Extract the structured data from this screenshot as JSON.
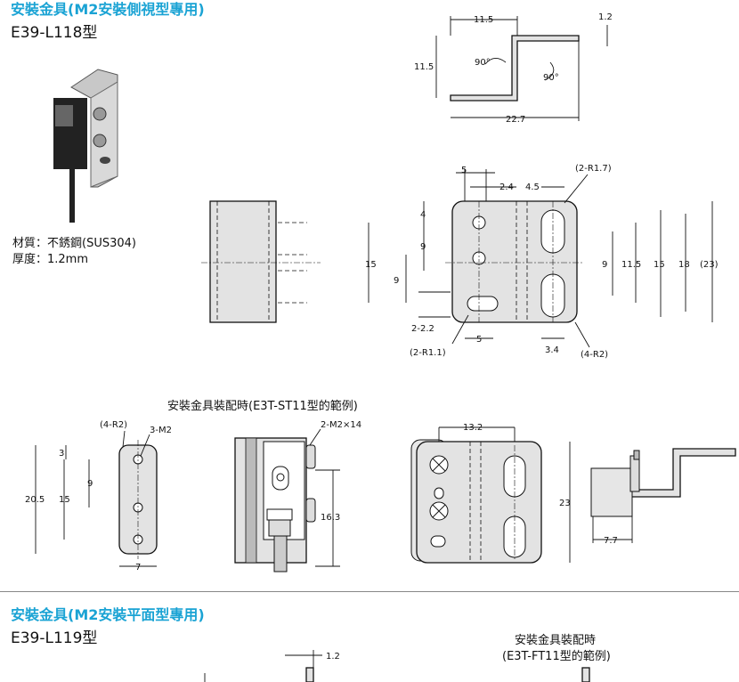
{
  "section1": {
    "title": "安裝金具(M2安裝側視型專用)",
    "model": "E39-L118型",
    "material": "材質：不銹鋼(SUS304)",
    "thickness": "厚度：1.2mm",
    "example_caption": "安裝金具裝配時(E3T-ST11型的範例)"
  },
  "section2": {
    "title": "安裝金具(M2安裝平面型專用)",
    "model": "E39-L119型",
    "example_caption_line1": "安裝金具裝配時",
    "example_caption_line2": "(E3T-FT11型的範例)"
  },
  "dims": {
    "side_11_5_top": "11.5",
    "side_1_2": "1.2",
    "side_11_5_left": "11.5",
    "side_90_a": "90°",
    "side_90_b": "90°",
    "side_22_7": "22.7",
    "plate_5": "5",
    "plate_2_4": "2.4",
    "plate_4_5": "4.5",
    "plate_2r17": "(2-R1.7)",
    "plate_4": "4",
    "plate_9a": "9",
    "plate_15": "15",
    "plate_9b": "9",
    "plate_2_2_2": "2-2.2",
    "plate_2r11": "(2-R1.1)",
    "plate_5b": "5",
    "plate_3_4": "3.4",
    "plate_4r2": "(4-R2)",
    "plate_r9": "9",
    "plate_r11_5": "11.5",
    "plate_r15": "15",
    "plate_r18": "18",
    "plate_r23": "(23)",
    "ex_4r2": "(4-R2)",
    "ex_3m2": "3-M2",
    "ex_3": "3",
    "ex_9": "9",
    "ex_20_5": "20.5",
    "ex_15": "15",
    "ex_7": "7",
    "ex_2m2x14": "2-M2×14",
    "ex_16_3": "16.3",
    "ex_13_2": "13.2",
    "ex_23": "23",
    "ex_7_7": "7.7",
    "s2_1_2": "1.2"
  }
}
